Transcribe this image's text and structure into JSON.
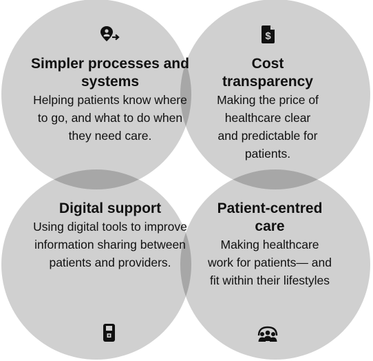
{
  "quadrants": [
    {
      "title": "Simpler processes and systems",
      "body": "Helping patients know where to go, and what to do when they need care.",
      "icon": "location-person-arrow-icon"
    },
    {
      "title": "Cost transparency",
      "body": "Making the price of healthcare clear and predictable for patients.",
      "icon": "price-document-icon"
    },
    {
      "title": "Digital support",
      "body": "Using digital tools to improve information sharing between patients and providers.",
      "icon": "mobile-phone-icon"
    },
    {
      "title": "Patient-centred care",
      "body": "Making healthcare work for patients— and fit within their lifestyles",
      "icon": "people-group-icon"
    }
  ],
  "colors": {
    "circle": "#d0d0d0",
    "overlap": "#a7a7a7",
    "text": "#111111",
    "background": "#ffffff"
  }
}
